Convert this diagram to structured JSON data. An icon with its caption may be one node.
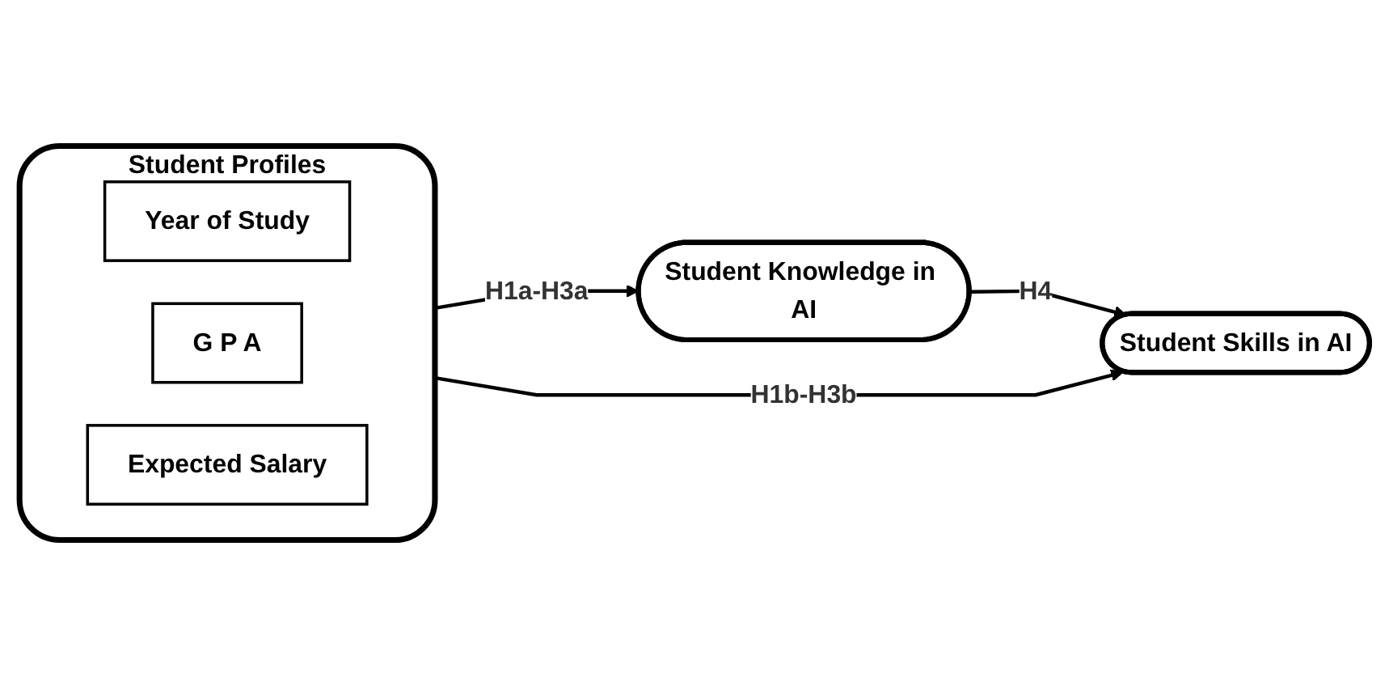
{
  "diagram": {
    "nodes": [
      {
        "text": [
          "Student Profiles"
        ]
      },
      {
        "text": [
          "Year of Study"
        ],
        "in": 0
      },
      {
        "text": [
          "G P A"
        ],
        "in": 0
      },
      {
        "text": [
          "Expected Salary"
        ],
        "in": 0
      },
      {
        "text": [
          "Student Knowledge in AI"
        ]
      },
      {
        "text": [
          "Student Skills in AI"
        ]
      }
    ],
    "edges": [
      {
        "from": 0,
        "to": 4,
        "arrow": "to",
        "label": "H1a-H3a"
      },
      {
        "from": 0,
        "to": 5,
        "arrow": "to",
        "label": "H1b-H3b"
      },
      {
        "from": 4,
        "to": 5,
        "arrow": "to",
        "label": "H4"
      }
    ]
  }
}
